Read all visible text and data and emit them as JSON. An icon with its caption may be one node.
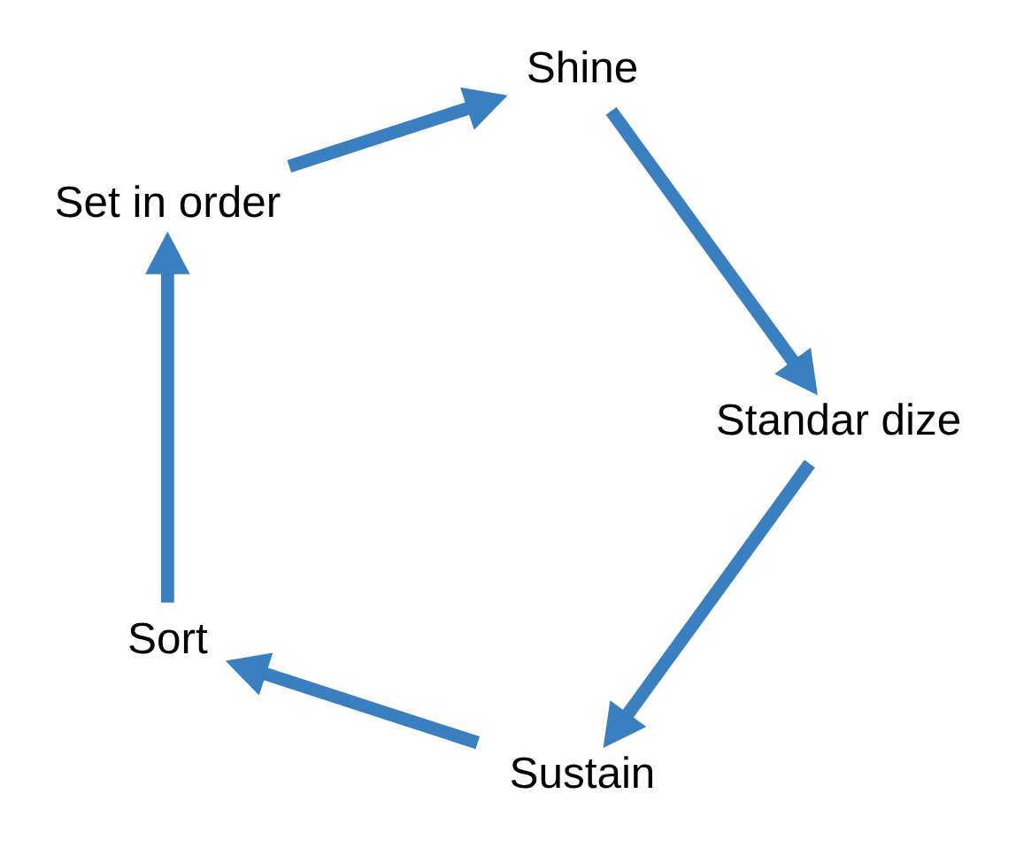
{
  "diagram": {
    "nodes": [
      {
        "text": [
          "Sustain"
        ]
      },
      {
        "text": [
          "Sort"
        ]
      },
      {
        "text": [
          "Set in order"
        ]
      },
      {
        "text": [
          "Shine"
        ]
      },
      {
        "text": [
          "Standar dize"
        ]
      }
    ],
    "edges": [
      {
        "from": 0,
        "to": 1,
        "arrow": "to"
      },
      {
        "from": 1,
        "to": 2,
        "arrow": "to"
      },
      {
        "from": 2,
        "to": 3,
        "arrow": "to"
      },
      {
        "from": 3,
        "to": 4,
        "arrow": "to"
      },
      {
        "from": 4,
        "to": 0,
        "arrow": "to"
      }
    ]
  }
}
